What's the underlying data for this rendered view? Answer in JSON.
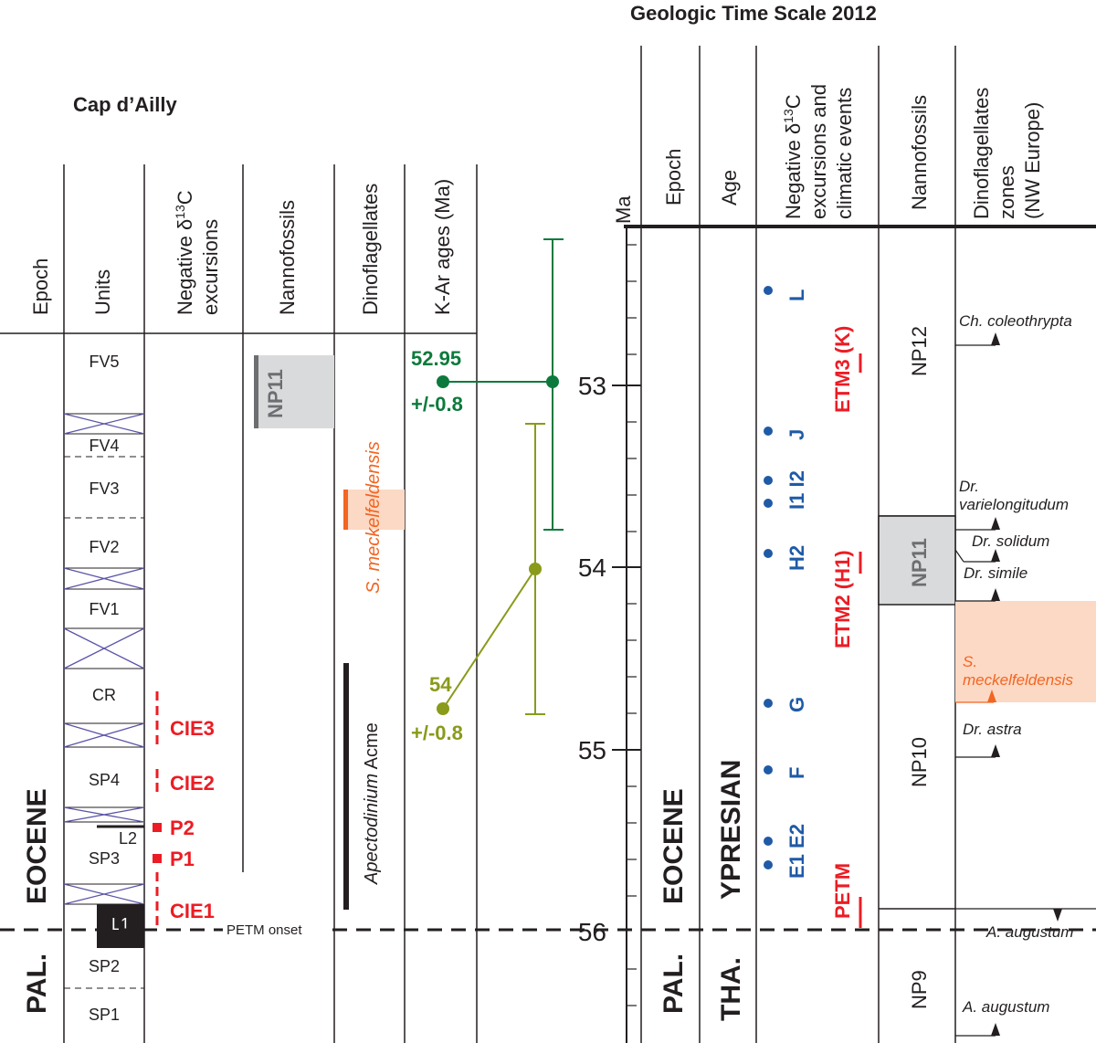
{
  "left_section": {
    "title": "Cap d’Ailly",
    "headers": {
      "epoch": "Epoch",
      "units": "Units",
      "cie_line1": "Negative δ",
      "cie_sup": "13",
      "cie_line1_end": "C",
      "cie_line2": "excursions",
      "nanno": "Nannofossils",
      "dino": "Dinoflagellates",
      "kar": "K-Ar ages (Ma)"
    },
    "epochs": {
      "eocene": "EOCENE",
      "pal": "PAL."
    },
    "units": [
      "FV5",
      "FV4",
      "FV3",
      "FV2",
      "FV1",
      "CR",
      "SP4",
      "SP3",
      "L1",
      "SP2",
      "SP1"
    ],
    "l2": "L2",
    "cie": [
      "CIE3",
      "CIE2",
      "P2",
      "P1",
      "CIE1"
    ],
    "nanno_label": "NP11",
    "dino_label": "S. meckelfeldensis",
    "apectodinium_italic": "Apectodinium",
    "apectodinium_rest": " Acme",
    "kar_ages": [
      {
        "value": "52.95",
        "error": "+/-0.8",
        "color": "#0c7a3c"
      },
      {
        "value": "54",
        "error": "+/-0.8",
        "color": "#8a9a1b"
      }
    ],
    "petm_onset": "PETM onset"
  },
  "right_section": {
    "title": "Geologic Time Scale 2012",
    "headers": {
      "ma": "Ma",
      "epoch": "Epoch",
      "age": "Age",
      "neg_line1": "Negative δ",
      "neg_sup": "13",
      "neg_line1_end": "C",
      "neg_line2": "excursions and",
      "neg_line3": "climatic events",
      "nanno": "Nannofossils",
      "dino_line1": "Dinoflagellates",
      "dino_line2": "zones",
      "dino_line3": "(NW Europe)"
    },
    "ma_ticks": [
      "53",
      "54",
      "55",
      "56"
    ],
    "epochs": {
      "eocene": "EOCENE",
      "pal": "PAL."
    },
    "ages": {
      "ypresian": "YPRESIAN",
      "tha": "THA."
    },
    "events": [
      "L",
      "J",
      "I1 I2",
      "H2",
      "G",
      "F",
      "E1 E2"
    ],
    "climatic": [
      "ETM3 (K)",
      "ETM2 (H1)",
      "PETM"
    ],
    "nanno_zones": [
      "NP12",
      "NP11",
      "NP10",
      "NP9"
    ],
    "dino_zones": {
      "coleothrypta": "Ch. coleothrypta",
      "varie1": "Dr.",
      "varie2": "varielongitudum",
      "solidum": "Dr. solidum",
      "simile": "Dr. simile",
      "meck1": "S.",
      "meck2": "meckelfeldensis",
      "astra": "Dr. astra",
      "augustum_top": "A. augustum",
      "augustum_bottom": "A. augustum"
    }
  },
  "colors": {
    "red": "#ec1c24",
    "blue": "#1f5aa6",
    "green": "#0c7a3c",
    "olive": "#8a9a1b",
    "orange": "#f26522",
    "purple": "#5b55a8",
    "grey_fill": "#d9dadb",
    "orange_fill": "#fcd9c4"
  }
}
